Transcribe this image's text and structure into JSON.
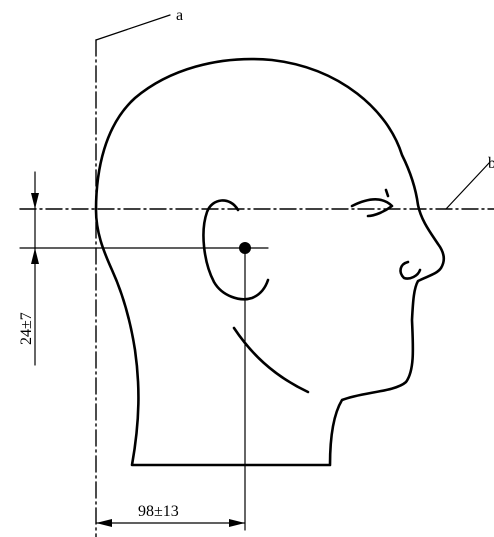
{
  "labels": {
    "a": "a",
    "b": "b",
    "vertical_dimension": "24±7",
    "horizontal_dimension": "98±13"
  }
}
